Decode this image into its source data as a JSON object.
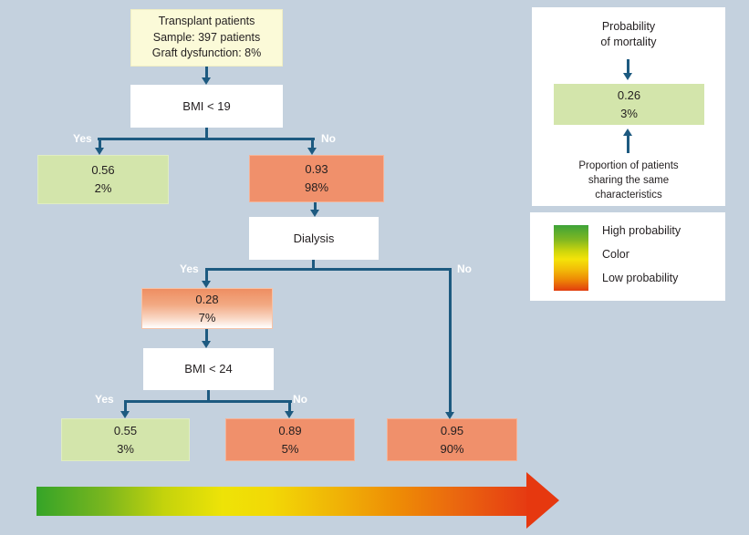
{
  "figure": {
    "kind": "mortality-decision-tree"
  },
  "colors": {
    "background": "#c4d1de",
    "connector_blue": "#1d5a80",
    "root_fill": "#fbfad8",
    "question_fill": "#ffffff",
    "green_fill": "#d3e5ab",
    "orange_fill": "#f0906b",
    "gradient_green": "#35a428",
    "gradient_yellow": "#f2e606",
    "gradient_red": "#e6380f",
    "text_dark": "#231f20",
    "branch_label_white": "#ffffff"
  },
  "tree": {
    "root": {
      "line1": "Transplant patients",
      "line2": "Sample: 397 patients",
      "line3": "Graft dysfunction: 8%"
    },
    "bmi19": {
      "label": "BMI < 19"
    },
    "bmi19_yes": {
      "probability": "0.56",
      "proportion": "2%"
    },
    "bmi19_no": {
      "probability": "0.93",
      "proportion": "98%"
    },
    "dialysis": {
      "label": "Dialysis"
    },
    "dialysis_yes": {
      "probability": "0.28",
      "proportion": "7%"
    },
    "bmi24": {
      "label": "BMI < 24"
    },
    "bmi24_yes": {
      "probability": "0.55",
      "proportion": "3%"
    },
    "bmi24_no": {
      "probability": "0.89",
      "proportion": "5%"
    },
    "dialysis_no": {
      "probability": "0.95",
      "proportion": "90%"
    }
  },
  "branch_labels": {
    "yes": "Yes",
    "no": "No"
  },
  "annotation": {
    "title_line1": "Probability",
    "title_line2": "of mortality",
    "example_probability": "0.26",
    "example_proportion": "3%",
    "caption_line1": "Proportion of patients",
    "caption_line2": "sharing the same",
    "caption_line3": "characteristics"
  },
  "legend": {
    "high_label": "High probability",
    "middle_label": "Color",
    "low_label": "Low probability"
  }
}
